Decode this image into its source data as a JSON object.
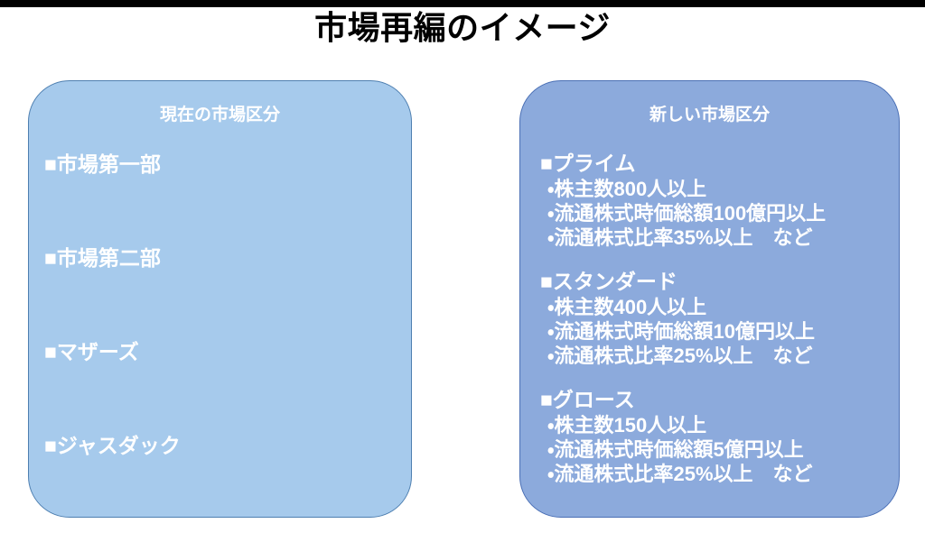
{
  "slide": {
    "title": "市場再編のイメージ",
    "background_color": "#ffffff",
    "top_bar_color": "#000000"
  },
  "panels": {
    "current": {
      "header": "現在の市場区分",
      "fill_color": "#a6caec",
      "border_color": "#4e7fb0",
      "items": [
        {
          "bullet": "■",
          "label": "市場第一部"
        },
        {
          "bullet": "■",
          "label": "市場第二部"
        },
        {
          "bullet": "■",
          "label": "マザーズ"
        },
        {
          "bullet": "■",
          "label": "ジャスダック"
        }
      ]
    },
    "new": {
      "header": "新しい市場区分",
      "fill_color": "#8caadc",
      "border_color": "#4a6fb5",
      "groups": [
        {
          "bullet": "■",
          "name": "プライム",
          "criteria": [
            "・株主数800人以上",
            "・流通株式時価総額100億円以上",
            "・流通株式比率35%以上　など"
          ]
        },
        {
          "bullet": "■",
          "name": "スタンダード",
          "criteria": [
            "・株主数400人以上",
            "・流通株式時価総額10億円以上",
            "・流通株式比率25%以上　など"
          ]
        },
        {
          "bullet": "■",
          "name": "グロース",
          "criteria": [
            "・株主数150人以上",
            "・流通株式時価総額5億円以上",
            "・流通株式比率25%以上　など"
          ]
        }
      ]
    }
  }
}
